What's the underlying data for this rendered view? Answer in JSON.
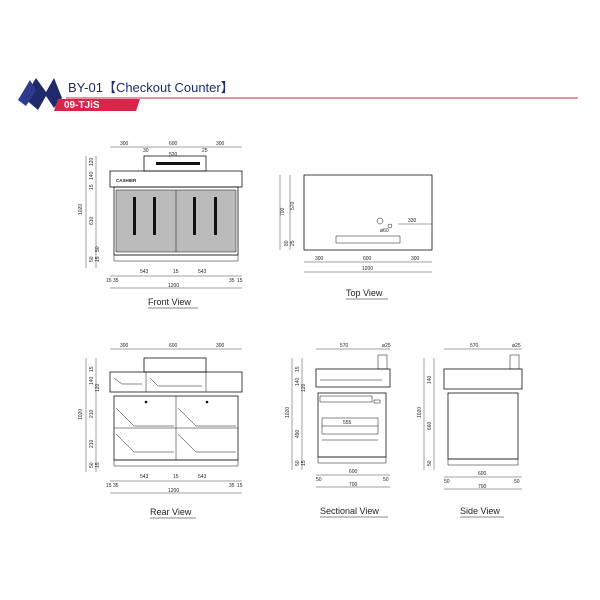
{
  "header": {
    "title": "BY-01【Checkout Counter】",
    "code": "09-TJiS",
    "colors": {
      "brand": "#1f2a6b",
      "accent": "#d9254a"
    }
  },
  "views": {
    "front": {
      "label": "Front View",
      "top_dims": [
        "300",
        "600",
        "300"
      ],
      "inner_top_dims": [
        "30",
        "520",
        "25"
      ],
      "bottom_dims": [
        "15",
        "35",
        "543",
        "15",
        "543",
        "35",
        "15"
      ],
      "total": "1200",
      "left_dims": [
        "1020",
        "15",
        "140",
        "120",
        "610",
        "50",
        "15",
        "50"
      ],
      "sign": "CASHIER"
    },
    "top": {
      "label": "Top View",
      "dims": [
        "300",
        "600",
        "300"
      ],
      "total": "1200",
      "left_dims": [
        "700",
        "570",
        "25",
        "80"
      ],
      "detail": [
        "330",
        "ø60"
      ]
    },
    "rear": {
      "label": "Rear View",
      "top_dims": [
        "300",
        "600",
        "300"
      ],
      "bottom_dims": [
        "15",
        "35",
        "543",
        "15",
        "543",
        "35",
        "15"
      ],
      "total": "1200",
      "left_dims": [
        "1020",
        "15",
        "140",
        "120",
        "210",
        "210",
        "50",
        "15"
      ]
    },
    "sectional": {
      "label": "Sectional View",
      "top_dims": [
        "570",
        "ø25"
      ],
      "inner": "555",
      "bottom_dims": [
        "50",
        "600",
        "50"
      ],
      "total": "700",
      "left_dims": [
        "1020",
        "15",
        "140",
        "120",
        "490",
        "50",
        "15"
      ]
    },
    "side": {
      "label": "Side View",
      "top_dims": [
        "570",
        "ø25"
      ],
      "bottom_dims": [
        "50",
        "600",
        "50"
      ],
      "total": "700",
      "left_dims": [
        "1020",
        "140",
        "660",
        "50"
      ]
    }
  }
}
